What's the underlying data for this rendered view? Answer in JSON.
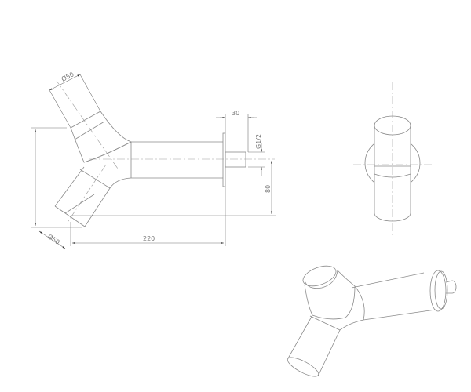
{
  "drawing": {
    "dimensions": {
      "upper_diameter": "Ø50",
      "lower_diameter": "Ø50",
      "nipple_length": "30",
      "thread": "G1/2",
      "offset": "80",
      "length": "220"
    },
    "line_color": "#8a8a8a"
  }
}
